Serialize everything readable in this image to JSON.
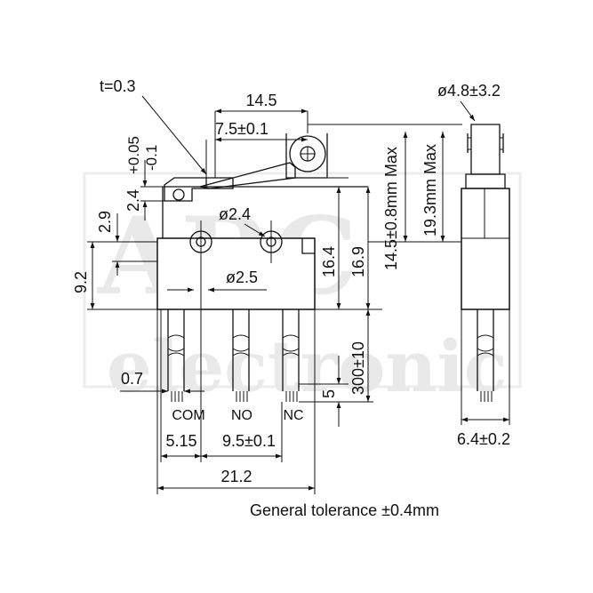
{
  "dimensions": {
    "thickness": "t=0.3",
    "lever_width": "14.5",
    "lever_offset": "7.5±0.1",
    "roller_diameter": "ø4.8±3.2",
    "lever_tol_upper": "+0.05",
    "lever_tol_lower": "-0.1",
    "lever_height": "2.4",
    "hole_diameter": "ø2.4",
    "hole_offset": "2.9",
    "left_height": "9.2",
    "pin_diameter": "ø2.5",
    "body_height": "16.4",
    "overall_height": "16.9",
    "max_height_1": "14.5±0.8mm Max",
    "max_height_2": "19.3mm Max",
    "lead_length": "300±10",
    "strip_length": "5",
    "wire_gap": "0.7",
    "pitch_1": "5.15",
    "pitch_2": "9.5±0.1",
    "total_width": "21.2",
    "side_width": "6.4±0.2"
  },
  "terminals": [
    "COM",
    "NO",
    "NC"
  ],
  "note": "General tolerance ±0.4mm"
}
